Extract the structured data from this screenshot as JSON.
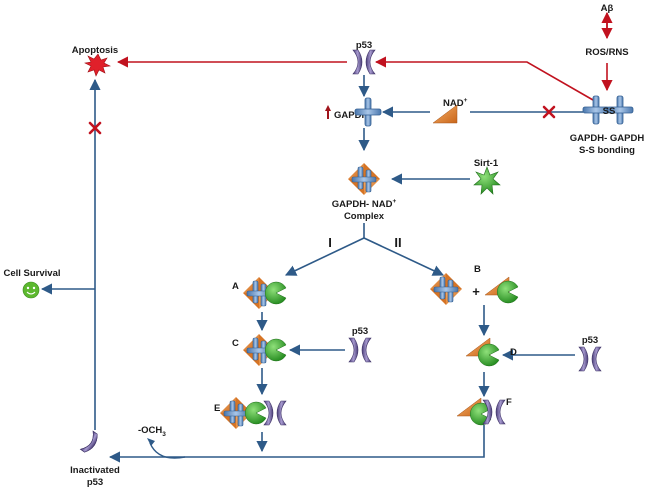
{
  "labels": {
    "abeta": "Aβ",
    "ros_rns": "ROS/RNS",
    "p53_top": "p53",
    "apoptosis": "Apoptosis",
    "gapdh": "GAPDH",
    "nad": "NAD",
    "nad_sup": "+",
    "gapdh_gapdh_line1": "GAPDH- GAPDH",
    "gapdh_gapdh_line2": "S-S bonding",
    "ss": "SS",
    "sirt1": "Sirt-1",
    "complex_line1": "GAPDH- NAD",
    "complex_sup": "+",
    "complex_line2": "Complex",
    "path_one": "I",
    "path_two": "II",
    "cell_survival": "Cell Survival",
    "step_a": "A",
    "step_b": "B",
    "step_c": "C",
    "step_d": "D",
    "step_e": "E",
    "step_f": "F",
    "plus": "+",
    "p53_mid": "p53",
    "p53_right": "p53",
    "och3": "-OCH",
    "och3_sub": "3",
    "inactivated_line1": "Inactivated",
    "inactivated_line2": "p53"
  },
  "colors": {
    "inhibit_red": "#c1121f",
    "arrow_blue": "#2e5a88",
    "gapdh_blue": "#6f9bcf",
    "nad_orange": "#e8872f",
    "sirt_green": "#3fa535",
    "p53_purple": "#6b5a96",
    "survival_green": "#5cb82e",
    "apoptosis_red": "#e0202a"
  },
  "icons": [
    "apoptosis-burst-icon",
    "p53-icon",
    "gapdh-icon",
    "nad-wedge-icon",
    "sirt1-star-icon",
    "smiley-icon",
    "inhibition-x-icon"
  ]
}
